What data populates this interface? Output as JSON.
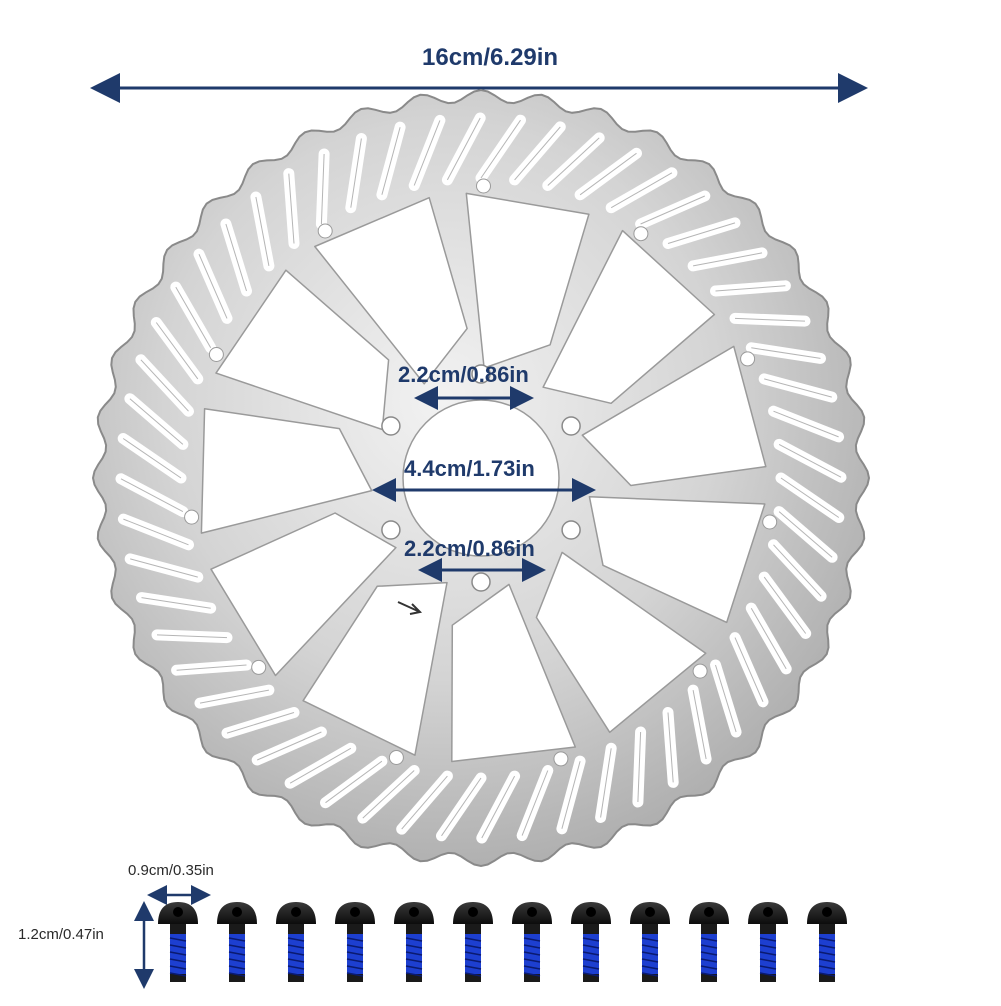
{
  "dimensions": {
    "outer_diameter": "16cm/6.29in",
    "bolt_spacing_top": "2.2cm/0.86in",
    "bolt_spacing_middle": "4.4cm/1.73in",
    "bolt_spacing_bottom": "2.2cm/0.86in",
    "bolt_width": "0.9cm/0.35in",
    "bolt_height": "1.2cm/0.47in"
  },
  "bolts": {
    "count": 12
  },
  "colors": {
    "arrow": "#1f3a6b",
    "rotor_light": "#eeeeee",
    "rotor_mid": "#c6c6c6",
    "rotor_dark": "#8c8c8c",
    "bolt_head": "#141414",
    "bolt_thread": "#1d3fd0"
  }
}
